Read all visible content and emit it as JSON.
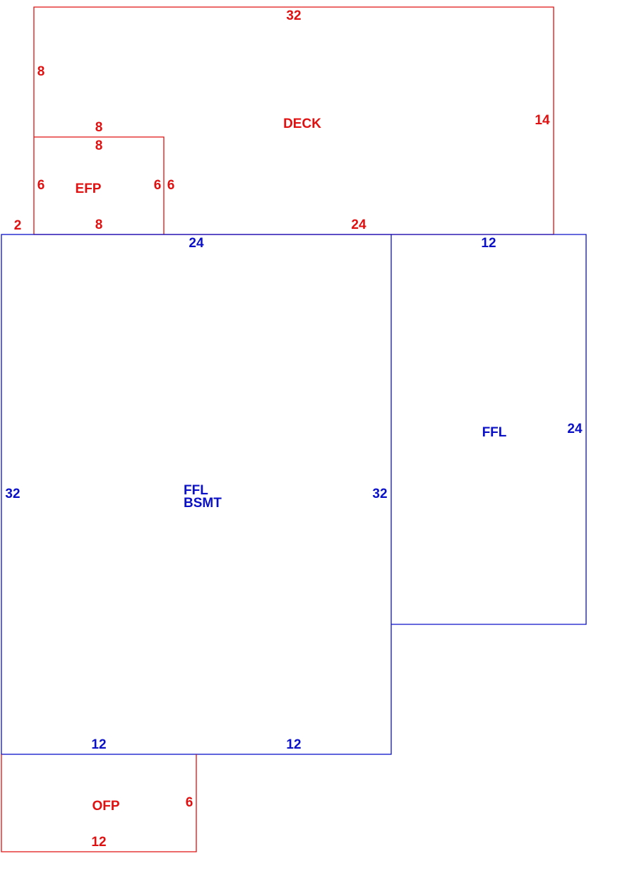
{
  "colors": {
    "addition": "#e01010",
    "main": "#0a10c8"
  },
  "areas": {
    "deck": {
      "label": "DECK",
      "dims": {
        "top": "32",
        "left": "8",
        "right": "14",
        "bottom": "24",
        "step": "2"
      }
    },
    "efp": {
      "label": "EFP",
      "dims": {
        "top_outer": "8",
        "top_inner": "8",
        "left": "6",
        "right_inner": "6",
        "right_outer": "6",
        "bottom": "8"
      }
    },
    "ffl_bsmt": {
      "label_line1": "FFL",
      "label_line2": "BSMT",
      "dims": {
        "top": "24",
        "left": "32",
        "right": "32",
        "bottom_left": "12",
        "bottom_right": "12"
      }
    },
    "ffl": {
      "label": "FFL",
      "dims": {
        "top": "12",
        "right": "24"
      }
    },
    "ofp": {
      "label": "OFP",
      "dims": {
        "right": "6",
        "bottom": "12"
      }
    }
  }
}
